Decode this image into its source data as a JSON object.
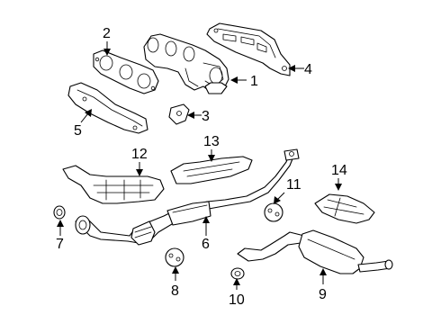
{
  "diagram": {
    "background": "#ffffff",
    "line_color": "#000000",
    "callouts": [
      {
        "id": "1",
        "label": "1"
      },
      {
        "id": "2",
        "label": "2"
      },
      {
        "id": "3",
        "label": "3"
      },
      {
        "id": "4",
        "label": "4"
      },
      {
        "id": "5",
        "label": "5"
      },
      {
        "id": "6",
        "label": "6"
      },
      {
        "id": "7",
        "label": "7"
      },
      {
        "id": "8",
        "label": "8"
      },
      {
        "id": "9",
        "label": "9"
      },
      {
        "id": "10",
        "label": "10"
      },
      {
        "id": "11",
        "label": "11"
      },
      {
        "id": "12",
        "label": "12"
      },
      {
        "id": "13",
        "label": "13"
      },
      {
        "id": "14",
        "label": "14"
      }
    ]
  }
}
